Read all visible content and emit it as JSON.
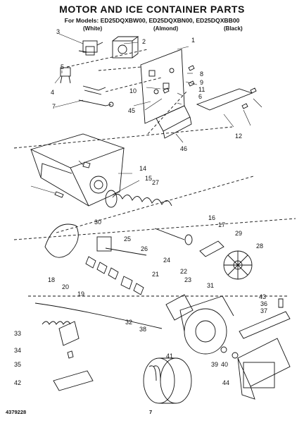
{
  "header": {
    "title": "MOTOR AND ICE CONTAINER PARTS",
    "subtitle": "For Models: ED25DQXBW00, ED25DQXBN00, ED25DQXBB00",
    "color_white": "(White)",
    "color_almond": "(Almond)",
    "color_black": "(Black)"
  },
  "footer": {
    "part_number": "4379228",
    "page_number": "7"
  },
  "callouts": [
    "1",
    "2",
    "3",
    "4",
    "5",
    "6",
    "7",
    "8",
    "9",
    "10",
    "11",
    "12",
    "14",
    "15",
    "16",
    "17",
    "18",
    "19",
    "20",
    "21",
    "22",
    "23",
    "24",
    "25",
    "26",
    "27",
    "28",
    "29",
    "30",
    "31",
    "32",
    "33",
    "34",
    "35",
    "36",
    "37",
    "38",
    "39",
    "40",
    "41",
    "42",
    "43",
    "44",
    "45",
    "46"
  ]
}
